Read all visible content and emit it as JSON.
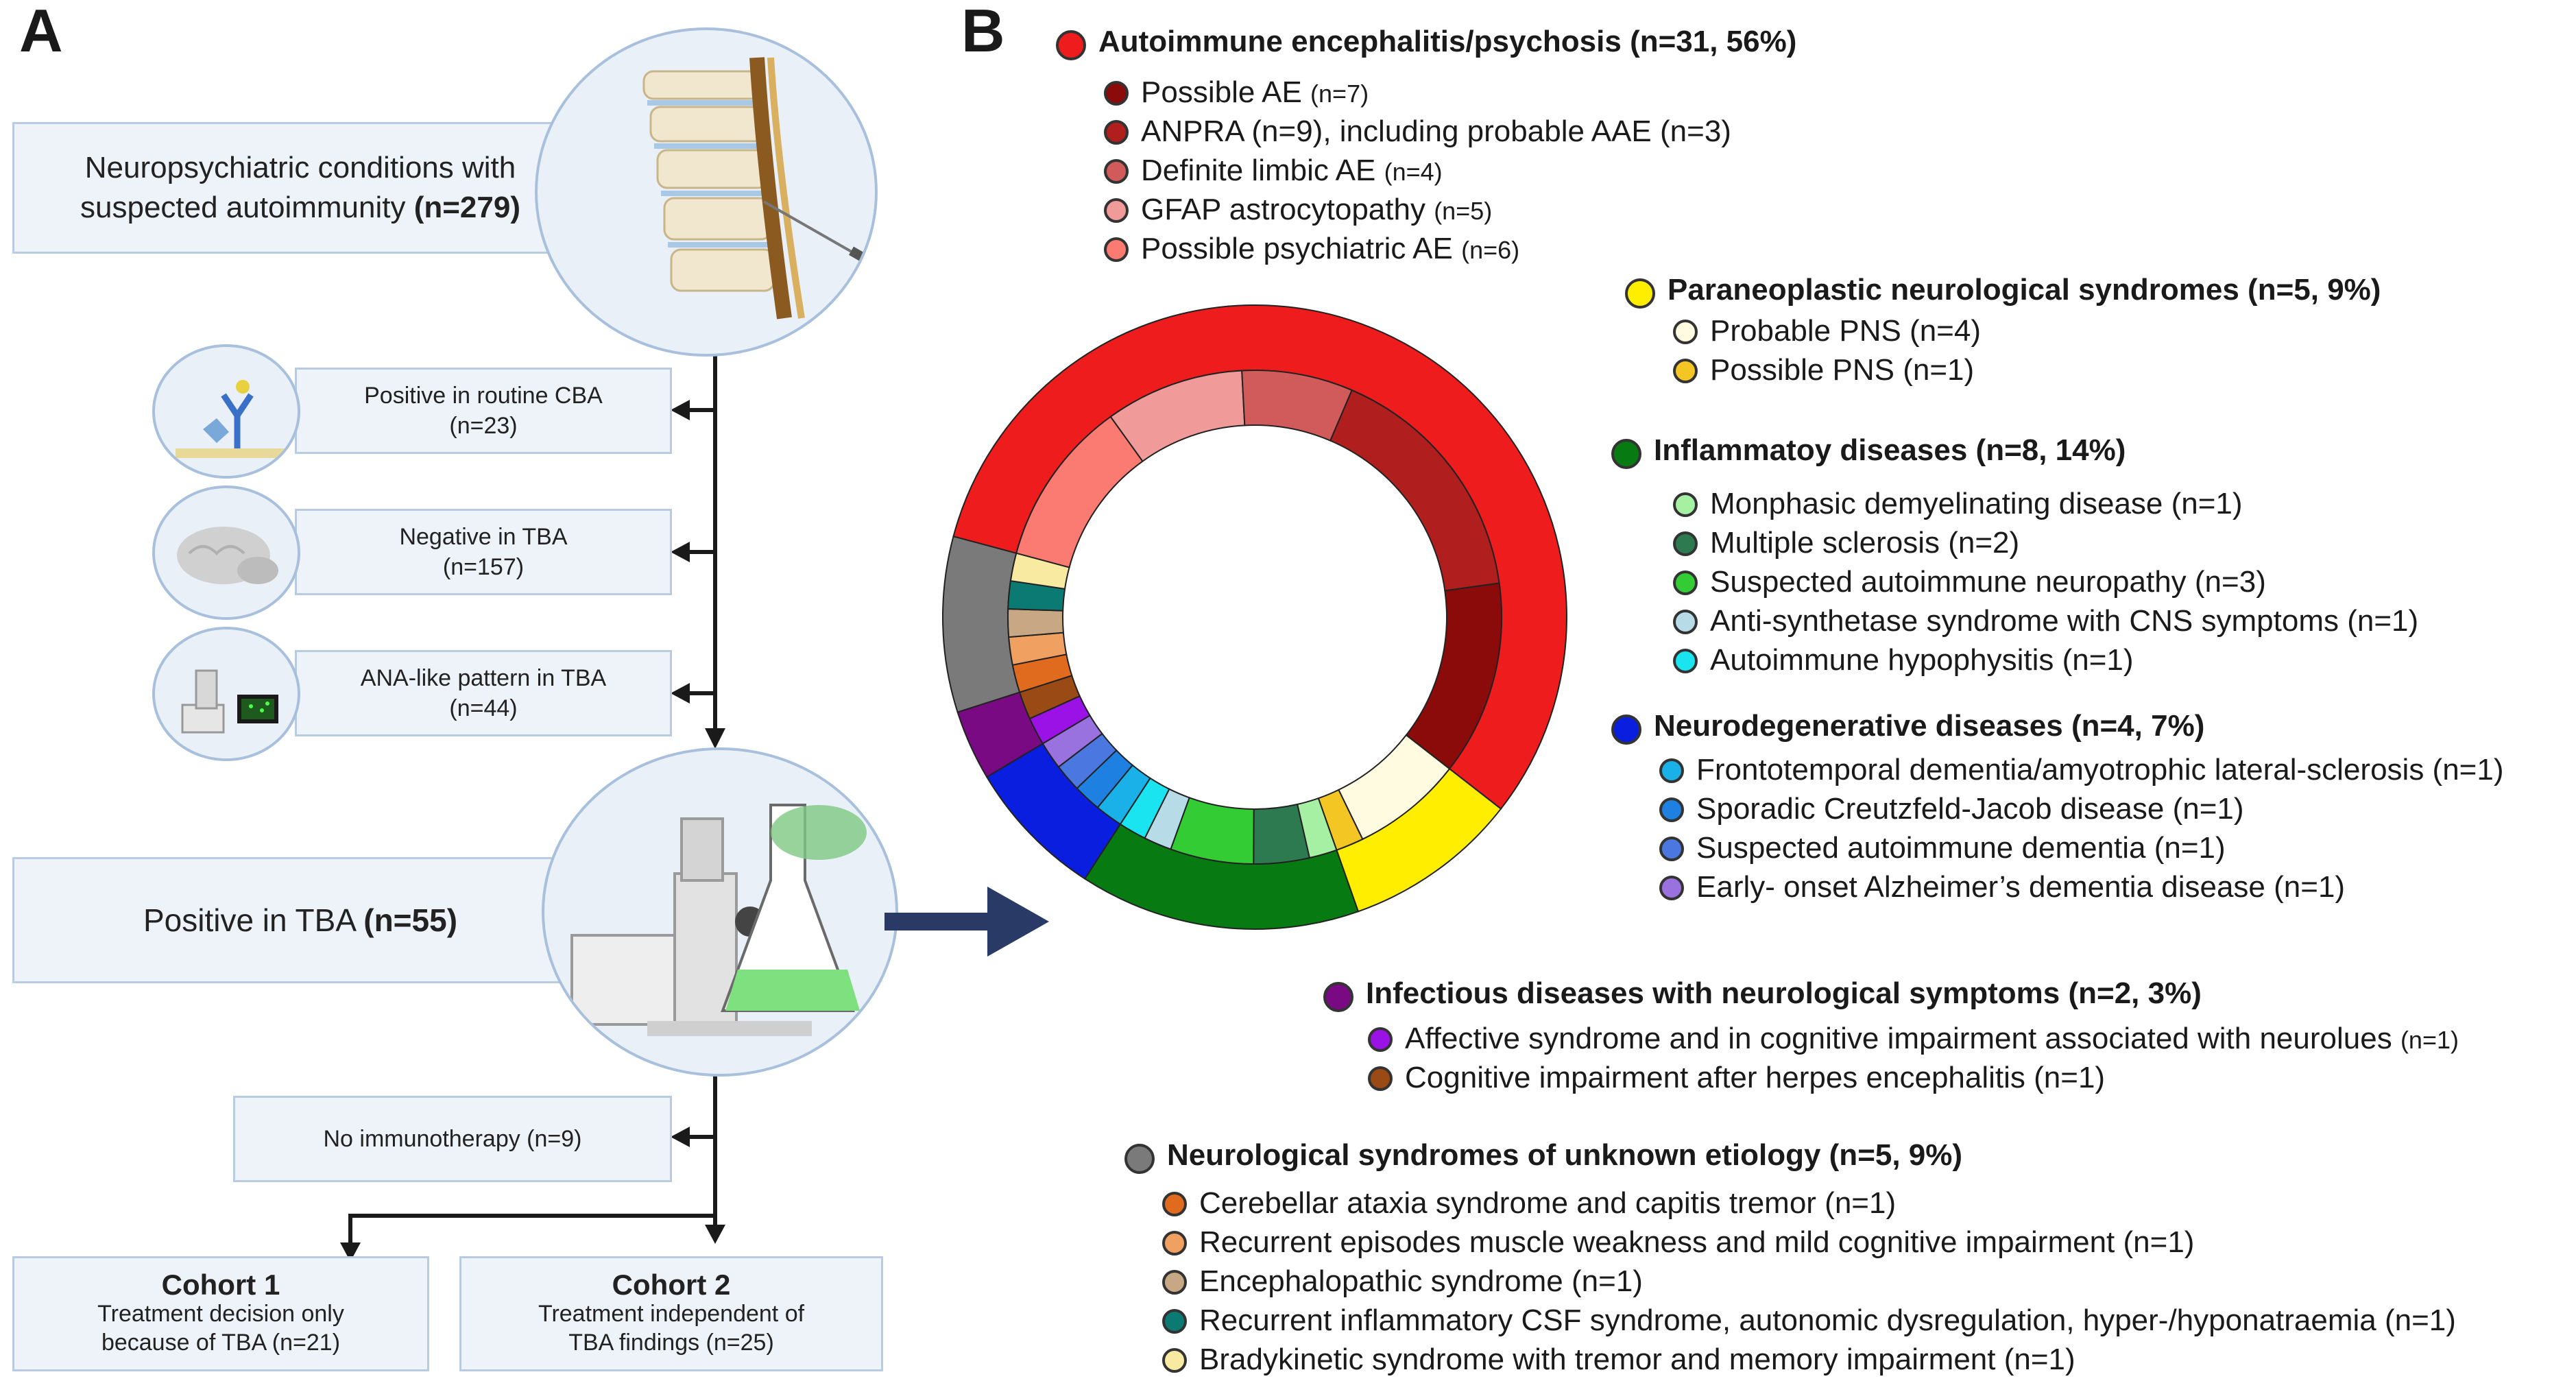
{
  "panels": {
    "a": "A",
    "b": "B"
  },
  "flow": {
    "start_label": "Neuropsychiatric conditions with suspected autoimmunity",
    "start_count": "(n=279)",
    "branches": [
      {
        "label": "Positive in routine CBA",
        "count": "(n=23)"
      },
      {
        "label": "Negative in TBA",
        "count": "(n=157)"
      },
      {
        "label": "ANA-like pattern in TBA",
        "count": "(n=44)"
      }
    ],
    "positive_label": "Positive in TBA",
    "positive_count": "(n=55)",
    "no_immuno": "No immunotherapy (n=9)",
    "cohort1": {
      "title": "Cohort 1",
      "line1": "Treatment decision only",
      "line2": "because of TBA (n=21)"
    },
    "cohort2": {
      "title": "Cohort 2",
      "line1": "Treatment independent of",
      "line2": "TBA findings (n=25)"
    }
  },
  "legend": {
    "groups": [
      {
        "title": "Autoimmune encephalitis/psychosis (n=31, 56%)",
        "color": "#ee1c1c",
        "items": [
          {
            "label": "Possible AE ",
            "count": "(n=7)",
            "color": "#8b0a0a"
          },
          {
            "label": "ANPRA (n=9), including probable AAE (n=3)",
            "count": "",
            "color": "#b01e1e"
          },
          {
            "label": "Definite limbic AE ",
            "count": "(n=4)",
            "color": "#d15a5a"
          },
          {
            "label": "GFAP astrocytopathy ",
            "count": "(n=5)",
            "color": "#f19a9a"
          },
          {
            "label": "Possible psychiatric AE ",
            "count": "(n=6)",
            "color": "#fb7a72"
          }
        ]
      },
      {
        "title": "Paraneoplastic neurological syndromes (n=5, 9%)",
        "color": "#ffee00",
        "items": [
          {
            "label": "Probable PNS (n=4)",
            "count": "",
            "color": "#fffbe0"
          },
          {
            "label": "Possible PNS (n=1)",
            "count": "",
            "color": "#f3c623"
          }
        ]
      },
      {
        "title": "Inflammatoy diseases (n=8, 14%)",
        "color": "#087a12",
        "items": [
          {
            "label": "Monphasic demyelinating disease (n=1)",
            "count": "",
            "color": "#a6f0a4"
          },
          {
            "label": "Multiple sclerosis (n=2)",
            "count": "",
            "color": "#2d7a50"
          },
          {
            "label": "Suspected autoimmune neuropathy (n=3)",
            "count": "",
            "color": "#34cc34"
          },
          {
            "label": "Anti-synthetase syndrome with CNS symptoms (n=1)",
            "count": "",
            "color": "#b7dce8"
          },
          {
            "label": "Autoimmune hypophysitis (n=1)",
            "count": "",
            "color": "#19e4ef"
          }
        ]
      },
      {
        "title": "Neurodegenerative diseases (n=4, 7%)",
        "color": "#0a1ee0",
        "items": [
          {
            "label": "Frontotemporal dementia/amyotrophic lateral-sclerosis (n=1)",
            "count": "",
            "color": "#1ab0e8"
          },
          {
            "label": "Sporadic Creutzfeld-Jacob disease (n=1)",
            "count": "",
            "color": "#1e80e0"
          },
          {
            "label": "Suspected autoimmune dementia (n=1)",
            "count": "",
            "color": "#4a78e0"
          },
          {
            "label": "Early- onset Alzheimer’s dementia disease (n=1)",
            "count": "",
            "color": "#9a72e0"
          }
        ]
      },
      {
        "title": "Infectious diseases with neurological symptoms  (n=2, 3%)",
        "color": "#7a0a84",
        "items": [
          {
            "label": "Affective syndrome and in cognitive impairment associated with neurolues ",
            "count": "(n=1)",
            "color": "#9b12e6"
          },
          {
            "label": "Cognitive impairment after herpes encephalitis (n=1)",
            "count": "",
            "color": "#9a4a14"
          }
        ]
      },
      {
        "title": "Neurological syndromes of unknown etiology (n=5, 9%)",
        "color": "#7a7a7a",
        "items": [
          {
            "label": "Cerebellar ataxia syndrome and capitis tremor  (n=1)",
            "count": "",
            "color": "#e06a1e"
          },
          {
            "label": "Recurrent episodes muscle weakness and mild cognitive impairment (n=1)",
            "count": "",
            "color": "#f0a060"
          },
          {
            "label": "Encephalopathic syndrome (n=1)",
            "count": "",
            "color": "#c8a884"
          },
          {
            "label": "Recurrent inflammatory CSF syndrome, autonomic dysregulation, hyper-/hyponatraemia (n=1)",
            "count": "",
            "color": "#0a7a72"
          },
          {
            "label": "Bradykinetic syndrome with tremor and memory impairment (n=1)",
            "count": "",
            "color": "#f8eaa0"
          }
        ]
      }
    ]
  },
  "chart_data": {
    "type": "donut",
    "outer": [
      {
        "group": "Autoimmune encephalitis/psychosis",
        "value": 31,
        "color": "#ee1c1c"
      },
      {
        "group": "Paraneoplastic neurological syndromes",
        "value": 5,
        "color": "#ffee00"
      },
      {
        "group": "Inflammatoy diseases",
        "value": 8,
        "color": "#087a12"
      },
      {
        "group": "Neurodegenerative diseases",
        "value": 4,
        "color": "#0a1ee0"
      },
      {
        "group": "Infectious diseases with neurological symptoms",
        "value": 2,
        "color": "#7a0a84"
      },
      {
        "group": "Neurological syndromes of unknown etiology",
        "value": 5,
        "color": "#7a7a7a"
      }
    ],
    "inner": [
      {
        "label": "Possible psychiatric AE",
        "value": 6,
        "color": "#fb7a72"
      },
      {
        "label": "GFAP astrocytopathy",
        "value": 5,
        "color": "#f19a9a"
      },
      {
        "label": "Definite limbic AE",
        "value": 4,
        "color": "#d15a5a"
      },
      {
        "label": "ANPRA",
        "value": 9,
        "color": "#b01e1e"
      },
      {
        "label": "Possible AE",
        "value": 7,
        "color": "#8b0a0a"
      },
      {
        "label": "Probable PNS",
        "value": 4,
        "color": "#fffbe0"
      },
      {
        "label": "Possible PNS",
        "value": 1,
        "color": "#f3c623"
      },
      {
        "label": "Monphasic demyelinating disease",
        "value": 1,
        "color": "#a6f0a4"
      },
      {
        "label": "Multiple sclerosis",
        "value": 2,
        "color": "#2d7a50"
      },
      {
        "label": "Suspected autoimmune neuropathy",
        "value": 3,
        "color": "#34cc34"
      },
      {
        "label": "Anti-synthetase syndrome with CNS symptoms",
        "value": 1,
        "color": "#b7dce8"
      },
      {
        "label": "Autoimmune hypophysitis",
        "value": 1,
        "color": "#19e4ef"
      },
      {
        "label": "Frontotemporal dementia/amyotrophic lateral-sclerosis",
        "value": 1,
        "color": "#1ab0e8"
      },
      {
        "label": "Sporadic Creutzfeld-Jacob disease",
        "value": 1,
        "color": "#1e80e0"
      },
      {
        "label": "Suspected autoimmune dementia",
        "value": 1,
        "color": "#4a78e0"
      },
      {
        "label": "Early- onset Alzheimer's dementia disease",
        "value": 1,
        "color": "#9a72e0"
      },
      {
        "label": "Affective syndrome and in cognitive impairment associated with neurolues",
        "value": 1,
        "color": "#9b12e6"
      },
      {
        "label": "Cognitive impairment after herpes encephalitis",
        "value": 1,
        "color": "#9a4a14"
      },
      {
        "label": "Cerebellar ataxia syndrome and capitis tremor",
        "value": 1,
        "color": "#e06a1e"
      },
      {
        "label": "Recurrent episodes muscle weakness and mild cognitive impairment",
        "value": 1,
        "color": "#f0a060"
      },
      {
        "label": "Encephalopathic syndrome",
        "value": 1,
        "color": "#c8a884"
      },
      {
        "label": "Recurrent inflammatory CSF syndrome, autonomic dysregulation, hyper-/hyponatraemia",
        "value": 1,
        "color": "#0a7a72"
      },
      {
        "label": "Bradykinetic syndrome with tremor and memory impairment",
        "value": 1,
        "color": "#f8eaa0"
      }
    ]
  }
}
